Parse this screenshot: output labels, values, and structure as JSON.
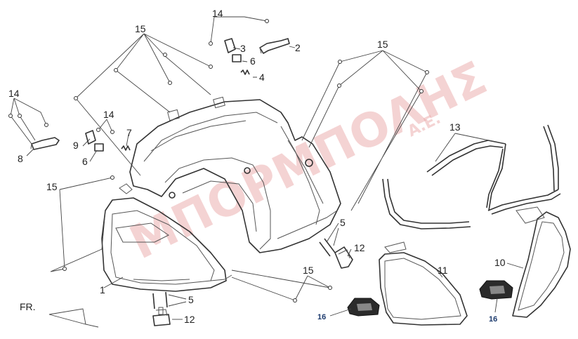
{
  "watermark": {
    "main": "ΜΠΟΡΜΠΟΛΗΣ",
    "suffix": "Α.Ε."
  },
  "orientation_label": "FR.",
  "callouts": {
    "c1": "1",
    "c2": "2",
    "c3": "3",
    "c4": "4",
    "c5a": "5",
    "c5b": "5",
    "c6a": "6",
    "c6b": "6",
    "c7": "7",
    "c8": "8",
    "c9": "9",
    "c10": "10",
    "c11": "11",
    "c12a": "12",
    "c12b": "12",
    "c13": "13",
    "c14a": "14",
    "c14b": "14",
    "c14c": "14",
    "c15a": "15",
    "c15b": "15",
    "c15c": "15",
    "c15d": "15",
    "c16a": "16",
    "c16b": "16"
  }
}
